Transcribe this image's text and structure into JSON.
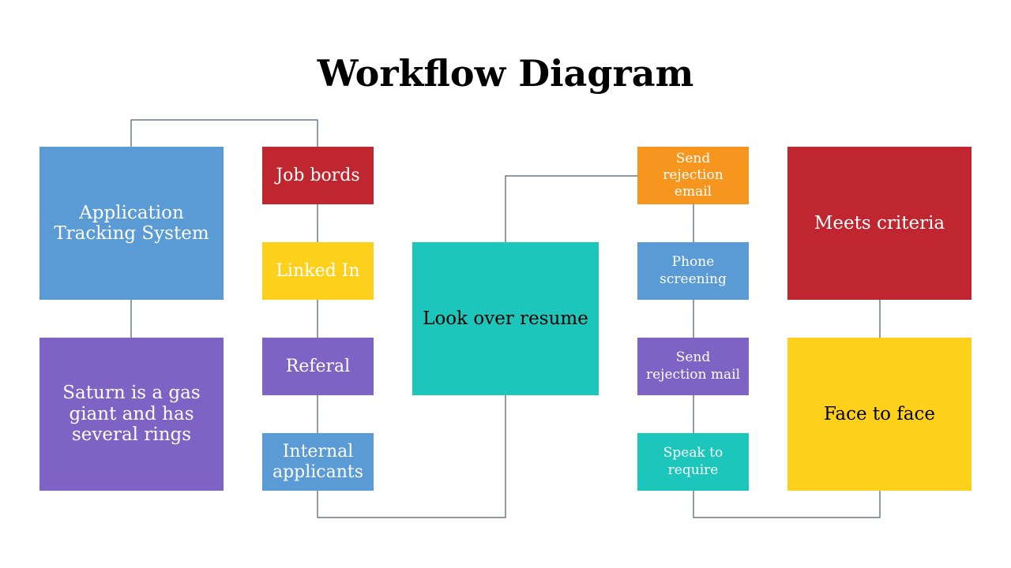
{
  "title": "Workflow Diagram",
  "colors": {
    "blue": "#5b9bd5",
    "purple": "#7e63c5",
    "red": "#c0262f",
    "yellow": "#fdd01c",
    "teal": "#1cc6bb",
    "orange": "#f7961e",
    "connector": "#4a5a70"
  },
  "nodes": {
    "ats": "Application Tracking System",
    "saturn": "Saturn is a gas giant and has several rings",
    "job_boards": "Job bords",
    "linkedin": "Linked In",
    "referral": "Referal",
    "internal": "Internal applicants",
    "look_over": "Look over resume",
    "send_rejection_email": "Send rejection email",
    "phone_screening": "Phone screening",
    "send_rejection_mail": "Send rejection mail",
    "speak_to_require": "Speak to require",
    "meets_criteria": "Meets criteria",
    "face_to_face": "Face to face"
  }
}
